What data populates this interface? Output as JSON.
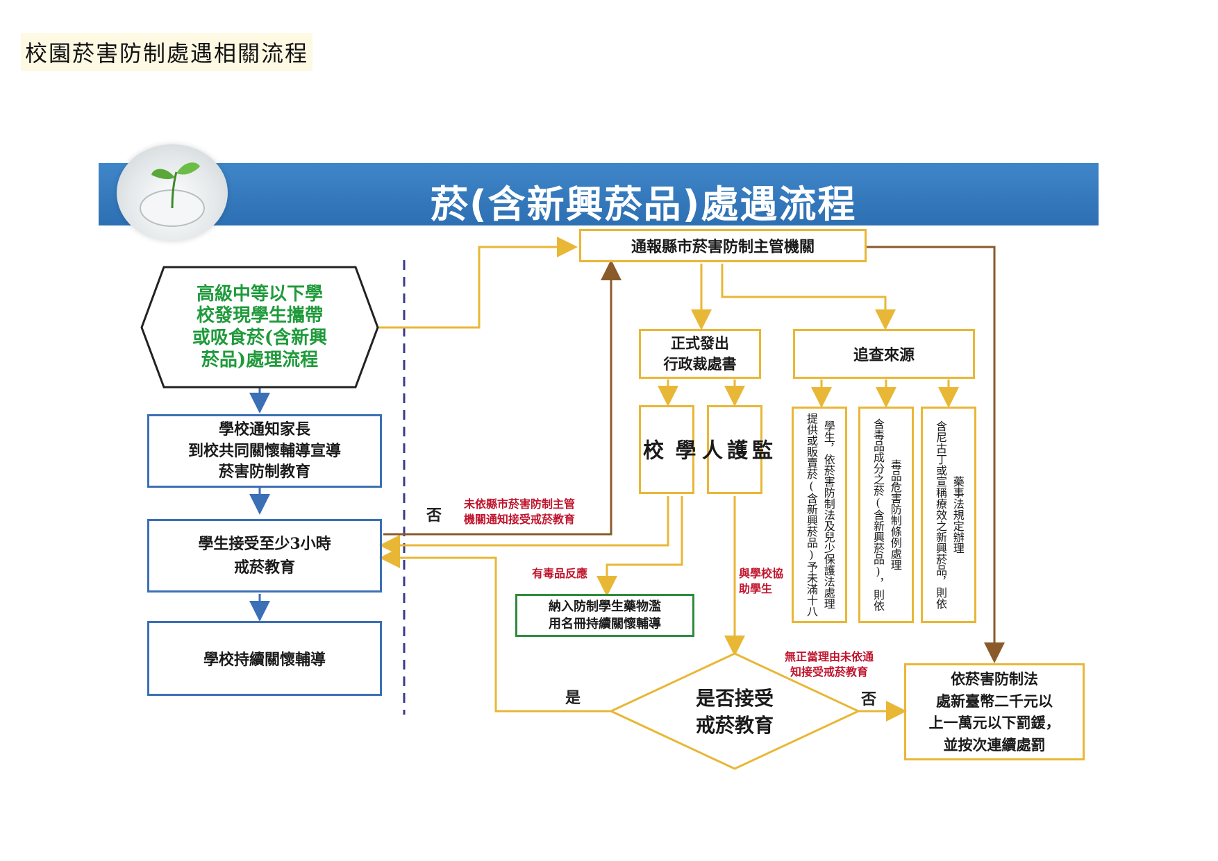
{
  "page_title": "校園菸害防制處遇相關流程",
  "banner_title": "菸(含新興菸品)處遇流程",
  "nodes": {
    "start": "高級中等以下學\n校發現學生攜帶\n或吸食菸(含新興\n菸品)處理流程",
    "notify_parents": "學校通知家長\n到校共同關懷輔導宣導\n菸害防制教育",
    "receive_education": "學生接受至少3小時\n戒菸教育",
    "continued_care": "學校持續關懷輔導",
    "report_authority": "通報縣市菸害防制主管機關",
    "admin_penalty": "正式發出\n行政裁處書",
    "trace_source": "追查來源",
    "school": "學\n校",
    "guardian": "監\n護\n人",
    "drug_list": "納入防制學生藥物濫\n用名冊持續關懷輔導",
    "source_youth_law": "學生，依菸害防制法及兒少保護法處理\n提供或販賣菸(含新興菸品)予未滿十八",
    "source_narcotics": "毒品危害防制條例處理\n含毒品成分之菸(含新興菸品)，則依",
    "source_pharma": "藥事法規定辦理\n含尼古丁或宣稱療效之新興菸品，則依",
    "accept_decision": "是否接受\n戒菸教育",
    "fine": "依菸害防制法\n處新臺幣二千元以\n上一萬元以下罰鍰，\n並按次連續處罰"
  },
  "labels": {
    "no_left": "否",
    "not_notified": "未依縣市菸害防制主管\n機關通知接受戒菸教育",
    "drug_reaction": "有毒品反應",
    "assist_school": "與學校協\n助學生",
    "no_reason": "無正當理由未依通\n知接受戒菸教育",
    "yes": "是",
    "no_right": "否"
  },
  "colors": {
    "banner": "#2d6fb3",
    "blue_box": "#3b6fb6",
    "gold_box": "#e9b736",
    "green_box": "#2e8b3d",
    "brown_arrow": "#8a5a2b",
    "red_text": "#c0142c",
    "start_text": "#1f9a3b"
  }
}
